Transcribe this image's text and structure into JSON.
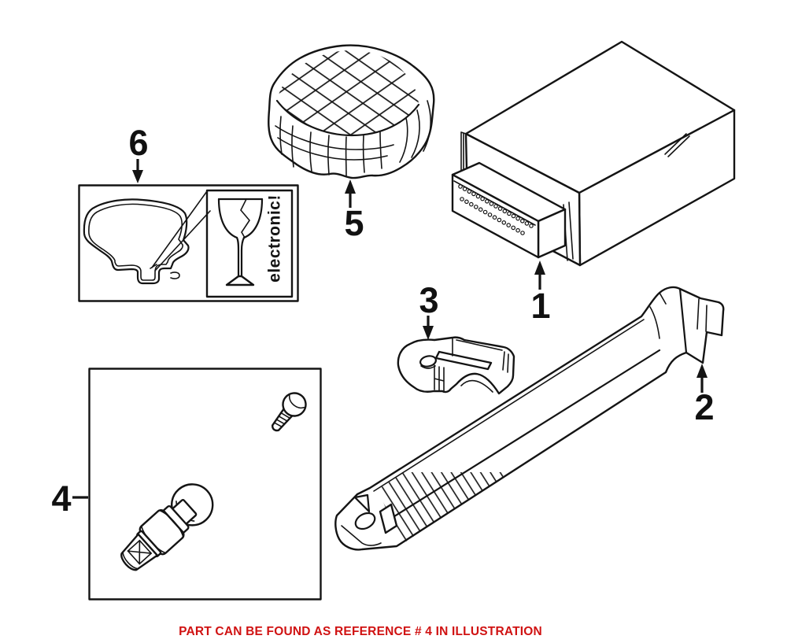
{
  "refs": {
    "r1": "1",
    "r2": "2",
    "r3": "3",
    "r4": "4",
    "r5": "5",
    "r6": "6"
  },
  "sticker": {
    "text": "electronic!"
  },
  "caption": {
    "text": "PART CAN BE FOUND AS REFERENCE # 4 IN ILLUSTRATION"
  },
  "colors": {
    "background": "#ffffff",
    "line": "#141414",
    "caption_red": "#d01212"
  }
}
